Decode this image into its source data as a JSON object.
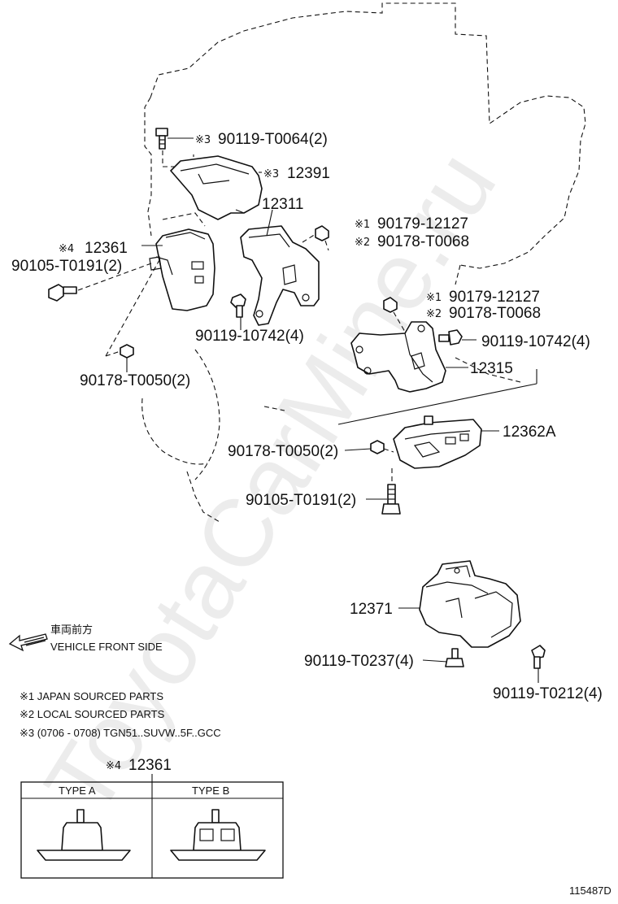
{
  "watermark": "ToyotaCarMine.ru",
  "labels": {
    "l_90119_t0064": "90119-T0064(2)",
    "l_12391": "12391",
    "l_12311": "12311",
    "l_90179_12127_a": "90179-12127",
    "l_90178_t0068_a": "90178-T0068",
    "l_12361": "12361",
    "l_90105_t0191_a": "90105-T0191(2)",
    "l_90119_10742_a": "90119-10742(4)",
    "l_90179_12127_b": "90179-12127",
    "l_90178_t0068_b": "90178-T0068",
    "l_90119_10742_b": "90119-10742(4)",
    "l_90178_t0050_a": "90178-T0050(2)",
    "l_12315": "12315",
    "l_12362a": "12362A",
    "l_90178_t0050_b": "90178-T0050(2)",
    "l_90105_t0191_b": "90105-T0191(2)",
    "l_12371": "12371",
    "l_90119_t0237": "90119-T0237(4)",
    "l_90119_t0212": "90119-T0212(4)"
  },
  "marks": {
    "m1": "※1",
    "m2": "※2",
    "m3": "※3",
    "m4": "※4"
  },
  "front": {
    "jp": "車両前方",
    "en": "VEHICLE FRONT SIDE"
  },
  "notes": {
    "n1": "※1 JAPAN SOURCED PARTS",
    "n2": "※2 LOCAL SOURCED PARTS",
    "n3": "※3 (0706 - 0708) TGN51..SUVW..5F..GCC"
  },
  "types": {
    "header": "12361",
    "a": "TYPE A",
    "b": "TYPE B"
  },
  "ref": "115487D"
}
